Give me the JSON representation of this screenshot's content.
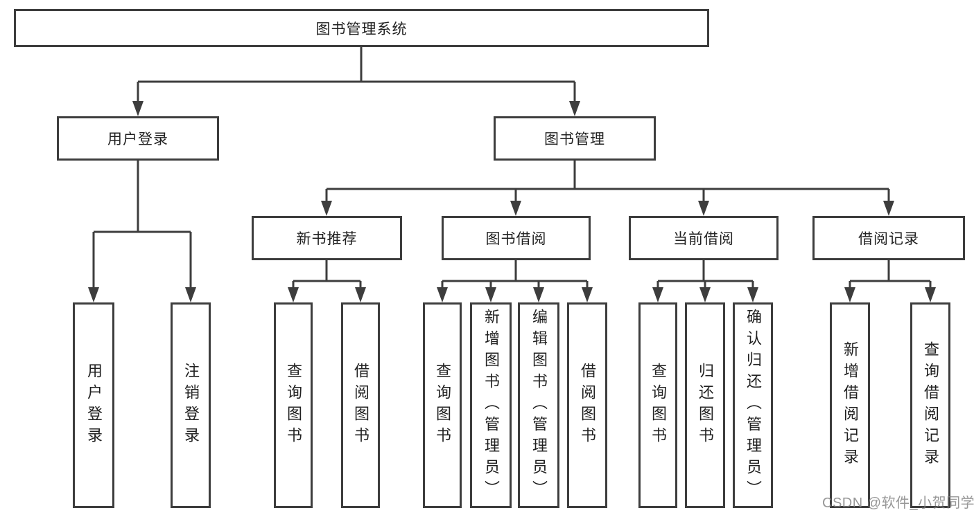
{
  "tree": {
    "root": {
      "label": "图书管理系统"
    },
    "user_login": {
      "label": "用户登录",
      "children": [
        {
          "label": "用户登录"
        },
        {
          "label": "注销登录"
        }
      ]
    },
    "book_management": {
      "label": "图书管理",
      "children": [
        {
          "label": "新书推荐",
          "children": [
            {
              "label": "查询图书"
            },
            {
              "label": "借阅图书"
            }
          ]
        },
        {
          "label": "图书借阅",
          "children": [
            {
              "label": "查询图书"
            },
            {
              "label": "新增图书（管理员）"
            },
            {
              "label": "编辑图书（管理员）"
            },
            {
              "label": "借阅图书"
            }
          ]
        },
        {
          "label": "当前借阅",
          "children": [
            {
              "label": "查询图书"
            },
            {
              "label": "归还图书"
            },
            {
              "label": "确认归还（管理员）"
            }
          ]
        },
        {
          "label": "借阅记录",
          "children": [
            {
              "label": "新增借阅记录"
            },
            {
              "label": "查询借阅记录"
            }
          ]
        }
      ]
    }
  },
  "watermark": {
    "text": "CSDN @软件_小贺同学"
  },
  "colors": {
    "line": "#3d3d3d",
    "text": "#212121",
    "background": "#ffffff",
    "watermark": "#808080"
  }
}
